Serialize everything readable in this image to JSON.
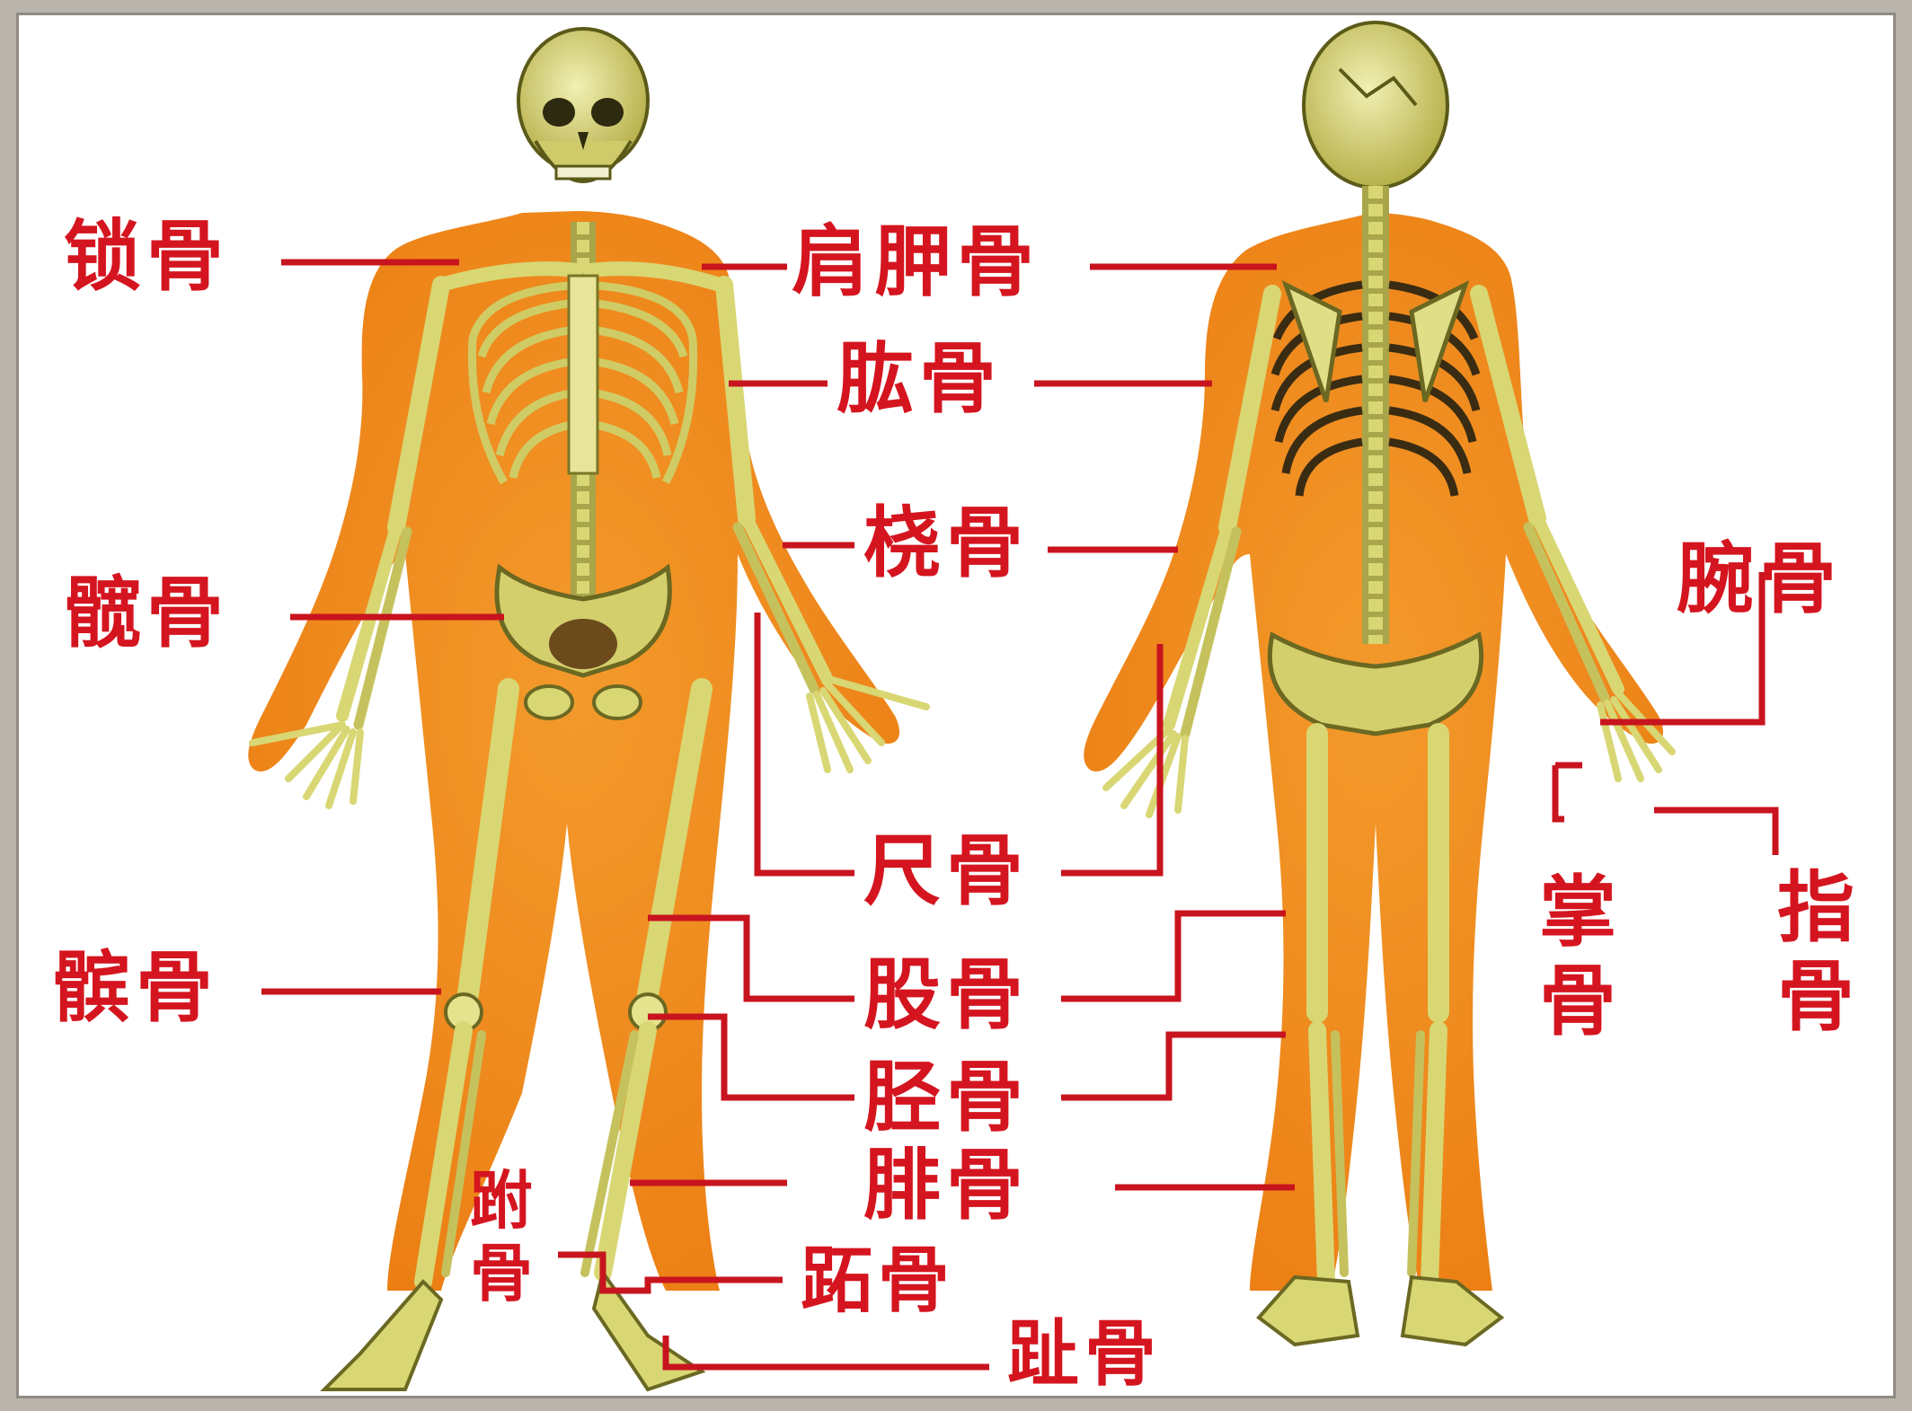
{
  "colors": {
    "label": "#d4151f",
    "leader": "#c8141e",
    "body": "#f08a1e",
    "bone": "#d8d774",
    "background": "#ffffff"
  },
  "labels": {
    "clavicle": "锁骨",
    "scapula": "肩胛骨",
    "humerus": "肱骨",
    "radius": "桡骨",
    "hip": "髋骨",
    "ulna": "尺骨",
    "femur": "股骨",
    "patella": "髌骨",
    "tibia": "胫骨",
    "fibula": "腓骨",
    "tarsal": "跗骨",
    "metatarsal": "跖骨",
    "phalanges_foot": "趾骨",
    "carpal": "腕骨",
    "metacarpal": "掌骨",
    "phalanges_hand": "指骨"
  }
}
